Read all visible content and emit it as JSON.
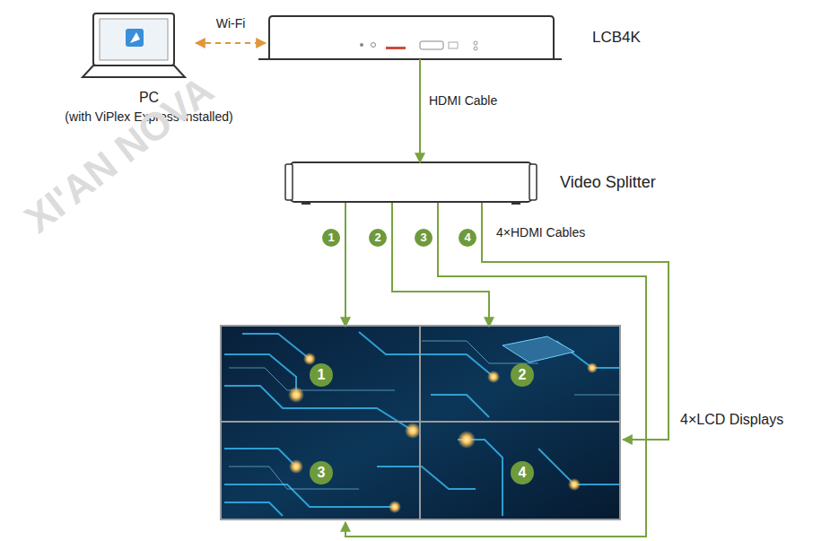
{
  "diagram": {
    "nodes": [
      {
        "text": [
          "PC",
          "(with ViPlex Express installed)"
        ]
      },
      {
        "text": [
          "LCB4K"
        ]
      },
      {
        "text": [
          "Video Splitter"
        ]
      },
      {
        "text": [
          "4×LCD Displays"
        ]
      },
      {
        "text": [
          "1"
        ],
        "in": 3
      },
      {
        "text": [
          "2"
        ],
        "in": 3
      },
      {
        "text": [
          "3"
        ],
        "in": 3
      },
      {
        "text": [
          "4"
        ],
        "in": 3
      }
    ],
    "edges": [
      {
        "from": 0,
        "to": 1,
        "arrow": "both",
        "label": "Wi-Fi"
      },
      {
        "from": 1,
        "to": 2,
        "arrow": "to",
        "label": "HDMI Cable"
      },
      {
        "from": 2,
        "to": 4,
        "arrow": "to",
        "label": "1"
      },
      {
        "from": 2,
        "to": 5,
        "arrow": "to",
        "label": "2"
      },
      {
        "from": 2,
        "to": 6,
        "arrow": "to",
        "label": "3"
      },
      {
        "from": 2,
        "to": 7,
        "arrow": "to",
        "label": "4"
      }
    ],
    "labels": [
      "XI'AN NOVA",
      "4×HDMI Cables"
    ]
  }
}
